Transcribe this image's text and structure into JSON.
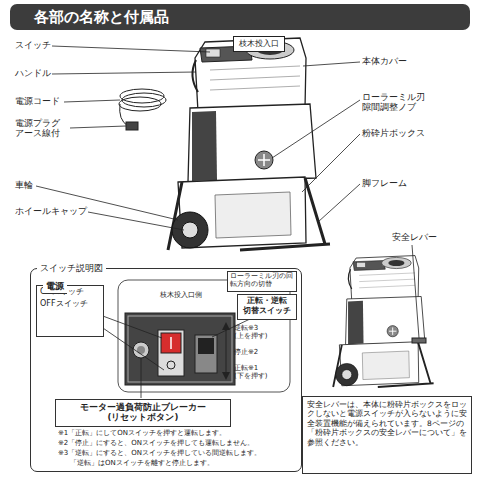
{
  "diagram": {
    "title": "各部の名称と付属品",
    "nodes": [
      {
        "text": [
          "枝木投入口"
        ]
      },
      {
        "text": [
          "スイッチ説明図"
        ]
      },
      {
        "text": [
          "電源",
          "ONスイッチ",
          "OFFスイッチ"
        ],
        "in": 1
      },
      {
        "text": [
          "ローラーミル刃の回転方向の切替"
        ],
        "in": 1
      },
      {
        "text": [
          "正転・逆転 切替スイッチ"
        ],
        "in": 1
      },
      {
        "text": [
          "モーター過負荷防止ブレーカー (リセットボタン)"
        ],
        "in": 1
      },
      {
        "text": [
          "安全レバーは、本体に粉砕片ボックスをロックしないと電源スイッチが入らないように安全装置機能が備えられています。8ページの「粉砕片ボックスの安全レバーについて」を参照ください。"
        ]
      }
    ],
    "labels": [
      "スイッチ",
      "ハンドル",
      "電源コード",
      "電源プラグ アース線付",
      "車輪",
      "ホイールキャップ",
      "本体カバー",
      "ローラーミル刃 隙間調整ノブ",
      "粉砕片ボックス",
      "脚フレーム",
      "安全レバー",
      "枝木投入口側",
      "逆転※3 (上を押す)",
      "停止※2",
      "正転※1 (下を押す)",
      "※1「正転」にしてONスイッチを押すと運転します。",
      "※2「停止」にすると、ONスイッチを押しても運転しません。",
      "※3「逆転」にすると、ONスイッチを押している間逆転します。",
      "「逆転」はONスイッチを離すと停止します。"
    ]
  }
}
